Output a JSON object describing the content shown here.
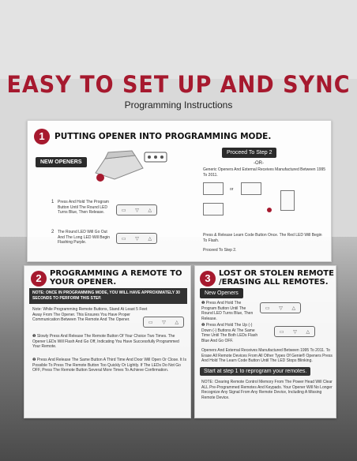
{
  "header": {
    "title": "EASY TO SET UP AND SYNC",
    "subtitle": "Programming Instructions"
  },
  "section1": {
    "number": "1",
    "title": "PUTTING OPENER INTO PROGRAMMING MODE.",
    "new_openers_label": "NEW OPENERS",
    "proceed_label": "Proceed To Step 2",
    "or_text": "-OR-",
    "generic_text": "Generic Openers And External Receives Manufactured Between 1995 To 2011.",
    "step1_num": "1",
    "step1_text": "Press And Hold The Program Button Until The Round LED Turns Blue, Then Release.",
    "step2_num": "2",
    "step2_text": "The Round LED Will Go Out And The Long LED Will Begin Flashing Purple.",
    "learn_text": "Press & Release Learn Code Button Once. The Red LED Will Begin To Flash.",
    "proceed_step2": "Proceed To Step 2."
  },
  "section2": {
    "number": "2",
    "title": "PROGRAMMING A REMOTE TO YOUR OPENER.",
    "note": "NOTE: ONCE IN PROGRAMMING MODE, YOU WILL HAVE APPROXIMATELY 30 SECONDS TO PERFORM THIS STEP.",
    "intro": "Note: While Programming Remote Buttons, Stand At Least 5 Feet Away From The Opener. This Ensures You Have Proper Communication Between The Remote And The Opener.",
    "step1": "❶ Slowly Press And Release The Remote Button Of Your Choice Two Times. The Opener LEDs Will Flash And Go Off, Indicating You Have Successfully Programmed Your Remote.",
    "step2": "❷ Press And Release The Same Button A Third Time And Door Will Open Or Close. It Is Possible To Press The Remote Button Too Quickly Or Lightly. If The LEDs Do Not Go OFF, Press The Remote Button Several More Times To Achieve Confirmation."
  },
  "section3": {
    "number": "3",
    "title": "LOST OR STOLEN REMOTE /ERASING ALL REMOTES.",
    "new_openers_label": "New Openers",
    "step1": "❶ Press And Hold The Program Button Until The Round LED Turns Blue, Then Release.",
    "step2": "❷ Press And Hold The Up (-) Down (-) Buttons At The Same Time Until The Both LEDs Flash Blue And Go OFF.",
    "generic": "Openers And External Receives Manufactured Between 1995 To 2011. To Erase All Remote Devices From All Other Types Of Genie® Openers Press And Hold The Learn Code Button Until The LED Stops Blinking.",
    "restart": "Start at step 1 to reprogram your remotes.",
    "note": "NOTE: Clearing Remote Control Memory From The Power Head Will Clear ALL Pre-Programmed Remotes And Keypads. Your Opener Will No Longer Recognize Any Signal From Any Remote Device, Including A Missing Remote Device."
  },
  "colors": {
    "accent": "#a6192e",
    "dark": "#2b2b2b"
  }
}
